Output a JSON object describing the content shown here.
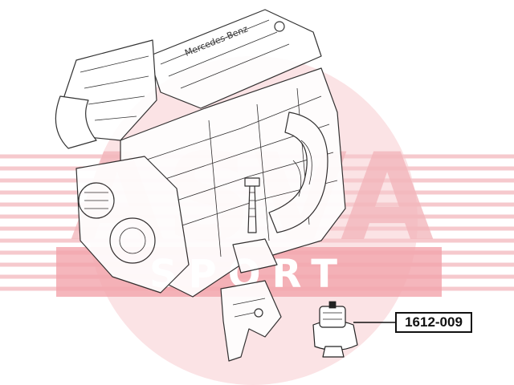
{
  "watermark": {
    "brand": "ASVA",
    "sub": "SPORT",
    "color": "#e8616b"
  },
  "engine": {
    "brand_text": "Mercedes-Benz"
  },
  "callout": {
    "part_number": "1612-009"
  }
}
